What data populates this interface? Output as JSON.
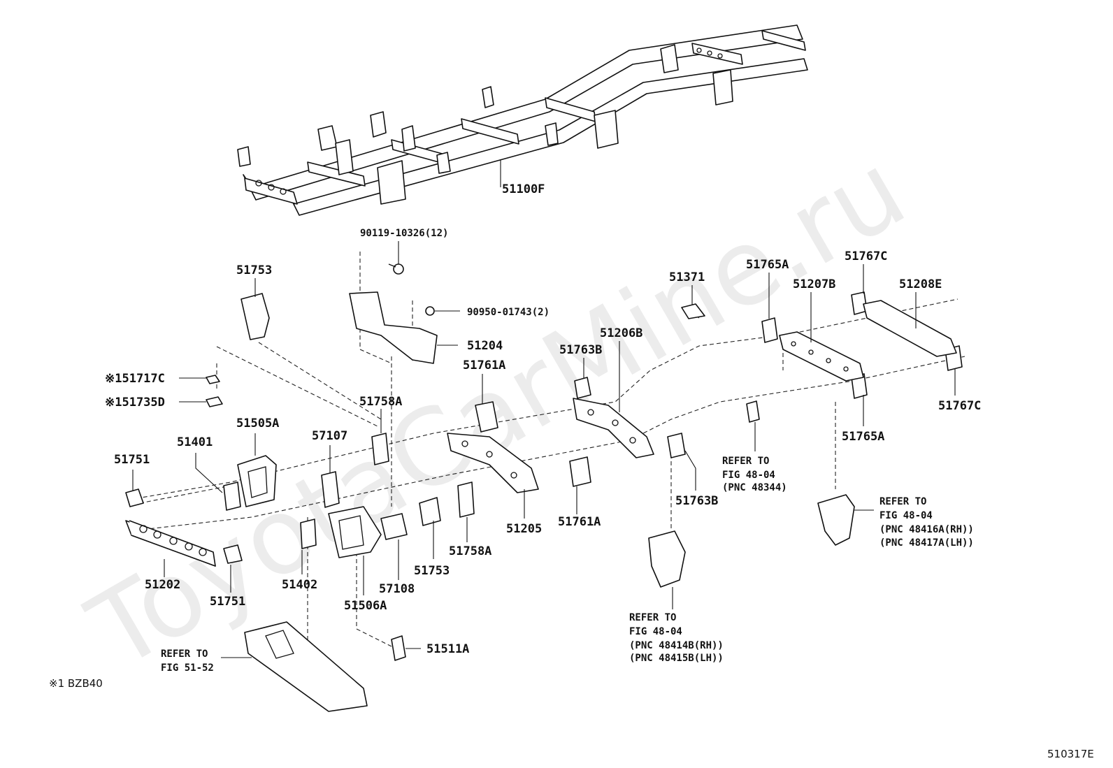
{
  "watermark": "ToyotaCarMine.ru",
  "figure_code": "510317E",
  "footnote": "※1 BZB40",
  "labels": {
    "p51100F": "51100F",
    "p90119": "90119-10326(12)",
    "p90950": "90950-01743(2)",
    "p51753_top": "51753",
    "p51204": "51204",
    "p51717C": "※151717C",
    "p51735D": "※151735D",
    "p51761A_top": "51761A",
    "p51763B_top": "51763B",
    "p51206B": "51206B",
    "p51371": "51371",
    "p51765A_top": "51765A",
    "p51207B": "51207B",
    "p51767C_top": "51767C",
    "p51208E": "51208E",
    "p51767C_right": "51767C",
    "p51765A_right": "51765A",
    "p51758A_top": "51758A",
    "p51505A": "51505A",
    "p57107": "57107",
    "p51401": "51401",
    "p51751_left": "51751",
    "p51202": "51202",
    "p51751_bottom": "51751",
    "p51402": "51402",
    "p51506A": "51506A",
    "p57108": "57108",
    "p51753_bottom": "51753",
    "p51758A_bottom": "51758A",
    "p51205": "51205",
    "p51761A_bottom": "51761A",
    "p51763B_bottom": "51763B",
    "p51511A": "51511A"
  },
  "refs": {
    "ref_a": {
      "line1": "REFER TO",
      "line2": "FIG 48-04",
      "line3": "(PNC 48344)"
    },
    "ref_b": {
      "line1": "REFER TO",
      "line2": "FIG 48-04",
      "line3": "(PNC 48416A(RH))",
      "line4": "(PNC 48417A(LH))"
    },
    "ref_c": {
      "line1": "REFER TO",
      "line2": "FIG 48-04",
      "line3": "(PNC 48414B(RH))",
      "line4": "(PNC 48415B(LH))"
    },
    "ref_d": {
      "line1": "REFER TO",
      "line2": "FIG 51-52"
    }
  }
}
